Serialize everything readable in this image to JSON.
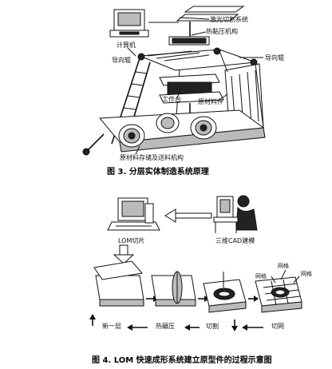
{
  "figure3": {
    "labels": {
      "laser": "激光切割系统",
      "hot_press": "热黏压机构",
      "computer": "计算机",
      "guide_left": "导向辊",
      "guide_right": "导向辊",
      "table": "工作台",
      "raw_piece": "原材料件",
      "feed": "原材料存储及送料机构"
    },
    "caption": "图 3. 分层实体制造系统原理"
  },
  "figure4": {
    "labels": {
      "lom_slice": "LOM切片",
      "cad": "三维CAD建模",
      "grid1": "网格",
      "grid2": "网格",
      "grid3": "网格",
      "new_layer": "新一层",
      "hot_press": "热碾压",
      "cut": "切割",
      "cut_grid": "切网"
    },
    "caption": "图 4. LOM 快速成形系统建立原型件的过程示意图"
  }
}
